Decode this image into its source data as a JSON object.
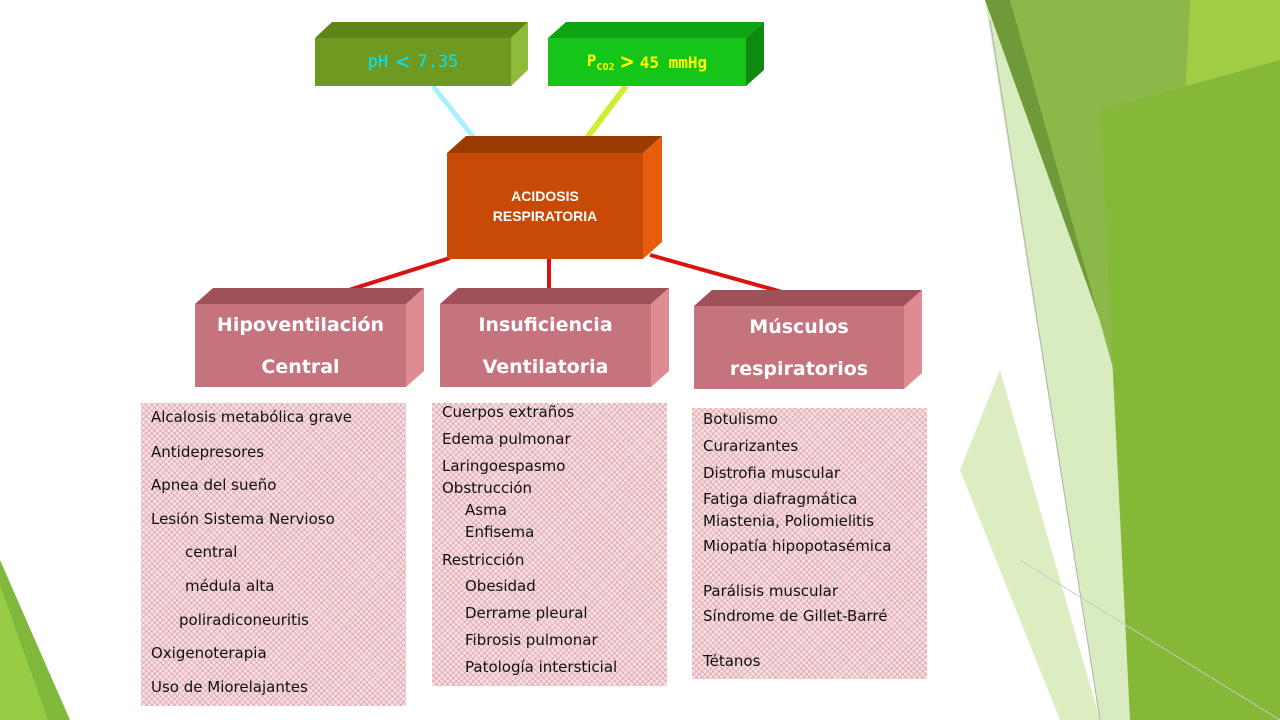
{
  "boxes": {
    "ph": {
      "label": "pH",
      "symbol": "<",
      "value": "7.35"
    },
    "pco2": {
      "label_main": "P",
      "label_sub": "CO2",
      "symbol": ">",
      "value": "45 mmHg"
    },
    "acidosis": {
      "line1": "ACIDOSIS",
      "line2": "RESPIRATORIA"
    }
  },
  "categories": {
    "hipoventilacion": {
      "line1": "Hipoventilación",
      "line2": "Central"
    },
    "insuficiencia": {
      "line1": "Insuficiencia",
      "line2": "Ventilatoria"
    },
    "musculos": {
      "line1": "Músculos",
      "line2": "respiratorios"
    }
  },
  "lists": {
    "hipoventilacion": [
      "Alcalosis metabólica grave",
      "Antidepresores",
      "Apnea del sueño",
      "Lesión Sistema Nervioso",
      "central",
      "médula alta",
      "poliradiconeuritis",
      "Oxigenoterapia",
      "Uso de Miorelajantes"
    ],
    "insuficiencia": [
      "Cuerpos extraños",
      "Edema pulmonar",
      "Laringoespasmo",
      "Obstrucción",
      "Asma",
      "Enfisema",
      "Restricción",
      "Obesidad",
      "Derrame pleural",
      "Fibrosis pulmonar",
      "Patología intersticial"
    ],
    "musculos": [
      "Botulismo",
      "Curarizantes",
      "Distrofia muscular",
      "Fatiga diafragmática",
      "Miastenia, Poliomielitis",
      "Miopatía hipopotasémica",
      "Parálisis muscular",
      "Síndrome de Gillet-Barré",
      "Tétanos"
    ]
  },
  "colors": {
    "ph_box": "#6f9a22",
    "pco2_box": "#16c51a",
    "acidosis_box": "#c74b06",
    "category_box": "#c5737c",
    "arrow": "#dd1111"
  }
}
